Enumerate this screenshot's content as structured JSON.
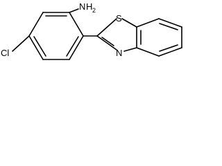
{
  "structure": {
    "atoms": {
      "amino": {
        "element": "N",
        "hydrogens": "H",
        "count": "2"
      },
      "chloro": {
        "label": "Cl"
      },
      "thiazole_sulfur": {
        "label": "S"
      },
      "thiazole_nitrogen": {
        "label": "N"
      }
    }
  },
  "colors": {
    "bond": "#000000",
    "background": "#ffffff"
  }
}
